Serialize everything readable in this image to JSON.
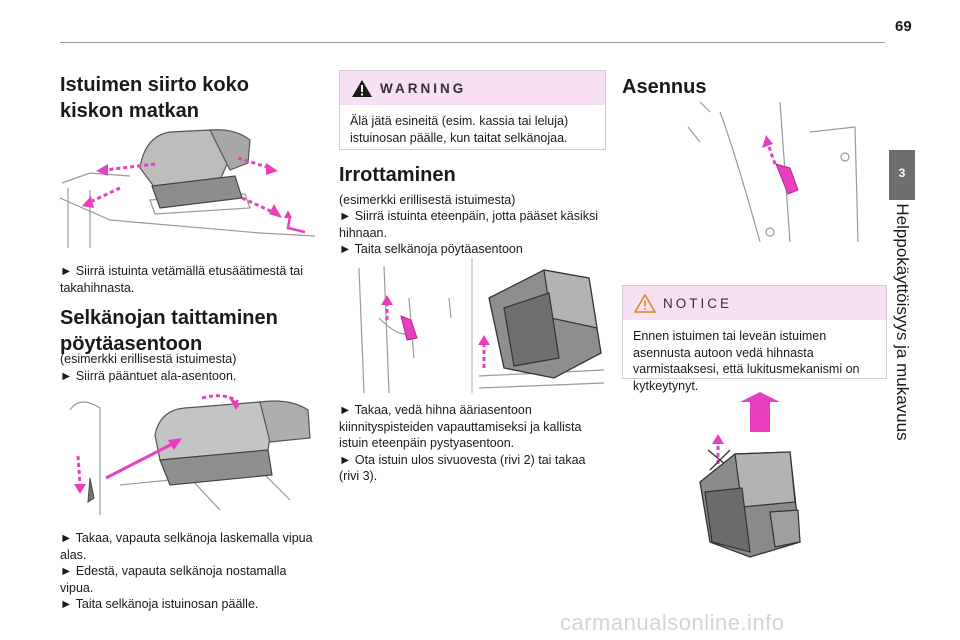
{
  "header": {
    "page_number": "69"
  },
  "sidebar": {
    "chapter_number": "3",
    "chapter_title": "Helppokäyttöisyys ja mukavuus"
  },
  "col1": {
    "title": "Istuimen siirto koko kiskon matkan",
    "step": "► Siirrä istuinta vetämällä etusäätimestä tai takahihnasta.",
    "section2_title": "Selkänojan taittaminen pöytäasentoon",
    "section2_note": "(esimerkki erillisestä istuimesta)",
    "section2_step": "► Siirrä pääntuet ala-asentoon.",
    "steps_bottom": [
      "► Takaa, vapauta selkänoja laskemalla vipua alas.",
      "► Edestä, vapauta selkänoja nostamalla vipua.",
      "► Taita selkänoja istuinosan päälle."
    ]
  },
  "col2": {
    "warning_label": "WARNING",
    "warning_text": "Älä jätä esineitä (esim. kassia tai leluja) istuinosan päälle, kun taitat selkänojaa.",
    "title": "Irrottaminen",
    "note": "(esimerkki erillisestä istuimesta)",
    "steps_top": [
      "► Siirrä istuinta eteenpäin, jotta pääset käsiksi hihnaan.",
      "► Taita selkänoja pöytäasentoon"
    ],
    "steps_bottom": [
      "► Takaa, vedä hihna ääriasentoon kiinnityspisteiden vapauttamiseksi ja kallista istuin eteenpäin pystyasentoon.",
      "► Ota istuin ulos sivuovesta (rivi 2) tai takaa (rivi 3)."
    ]
  },
  "col3": {
    "title": "Asennus",
    "notice_label": "NOTICE",
    "notice_text": "Ennen istuimen tai leveän istuimen asennusta autoon vedä hihnasta varmistaaksesi, että lukitusmekanismi on kytkeytynyt."
  },
  "footer": {
    "watermark": "carmanualsonline.info"
  },
  "colors": {
    "accent": "#e83fc0",
    "box_header": "#f7dff4",
    "tab": "#6e6e6e"
  }
}
